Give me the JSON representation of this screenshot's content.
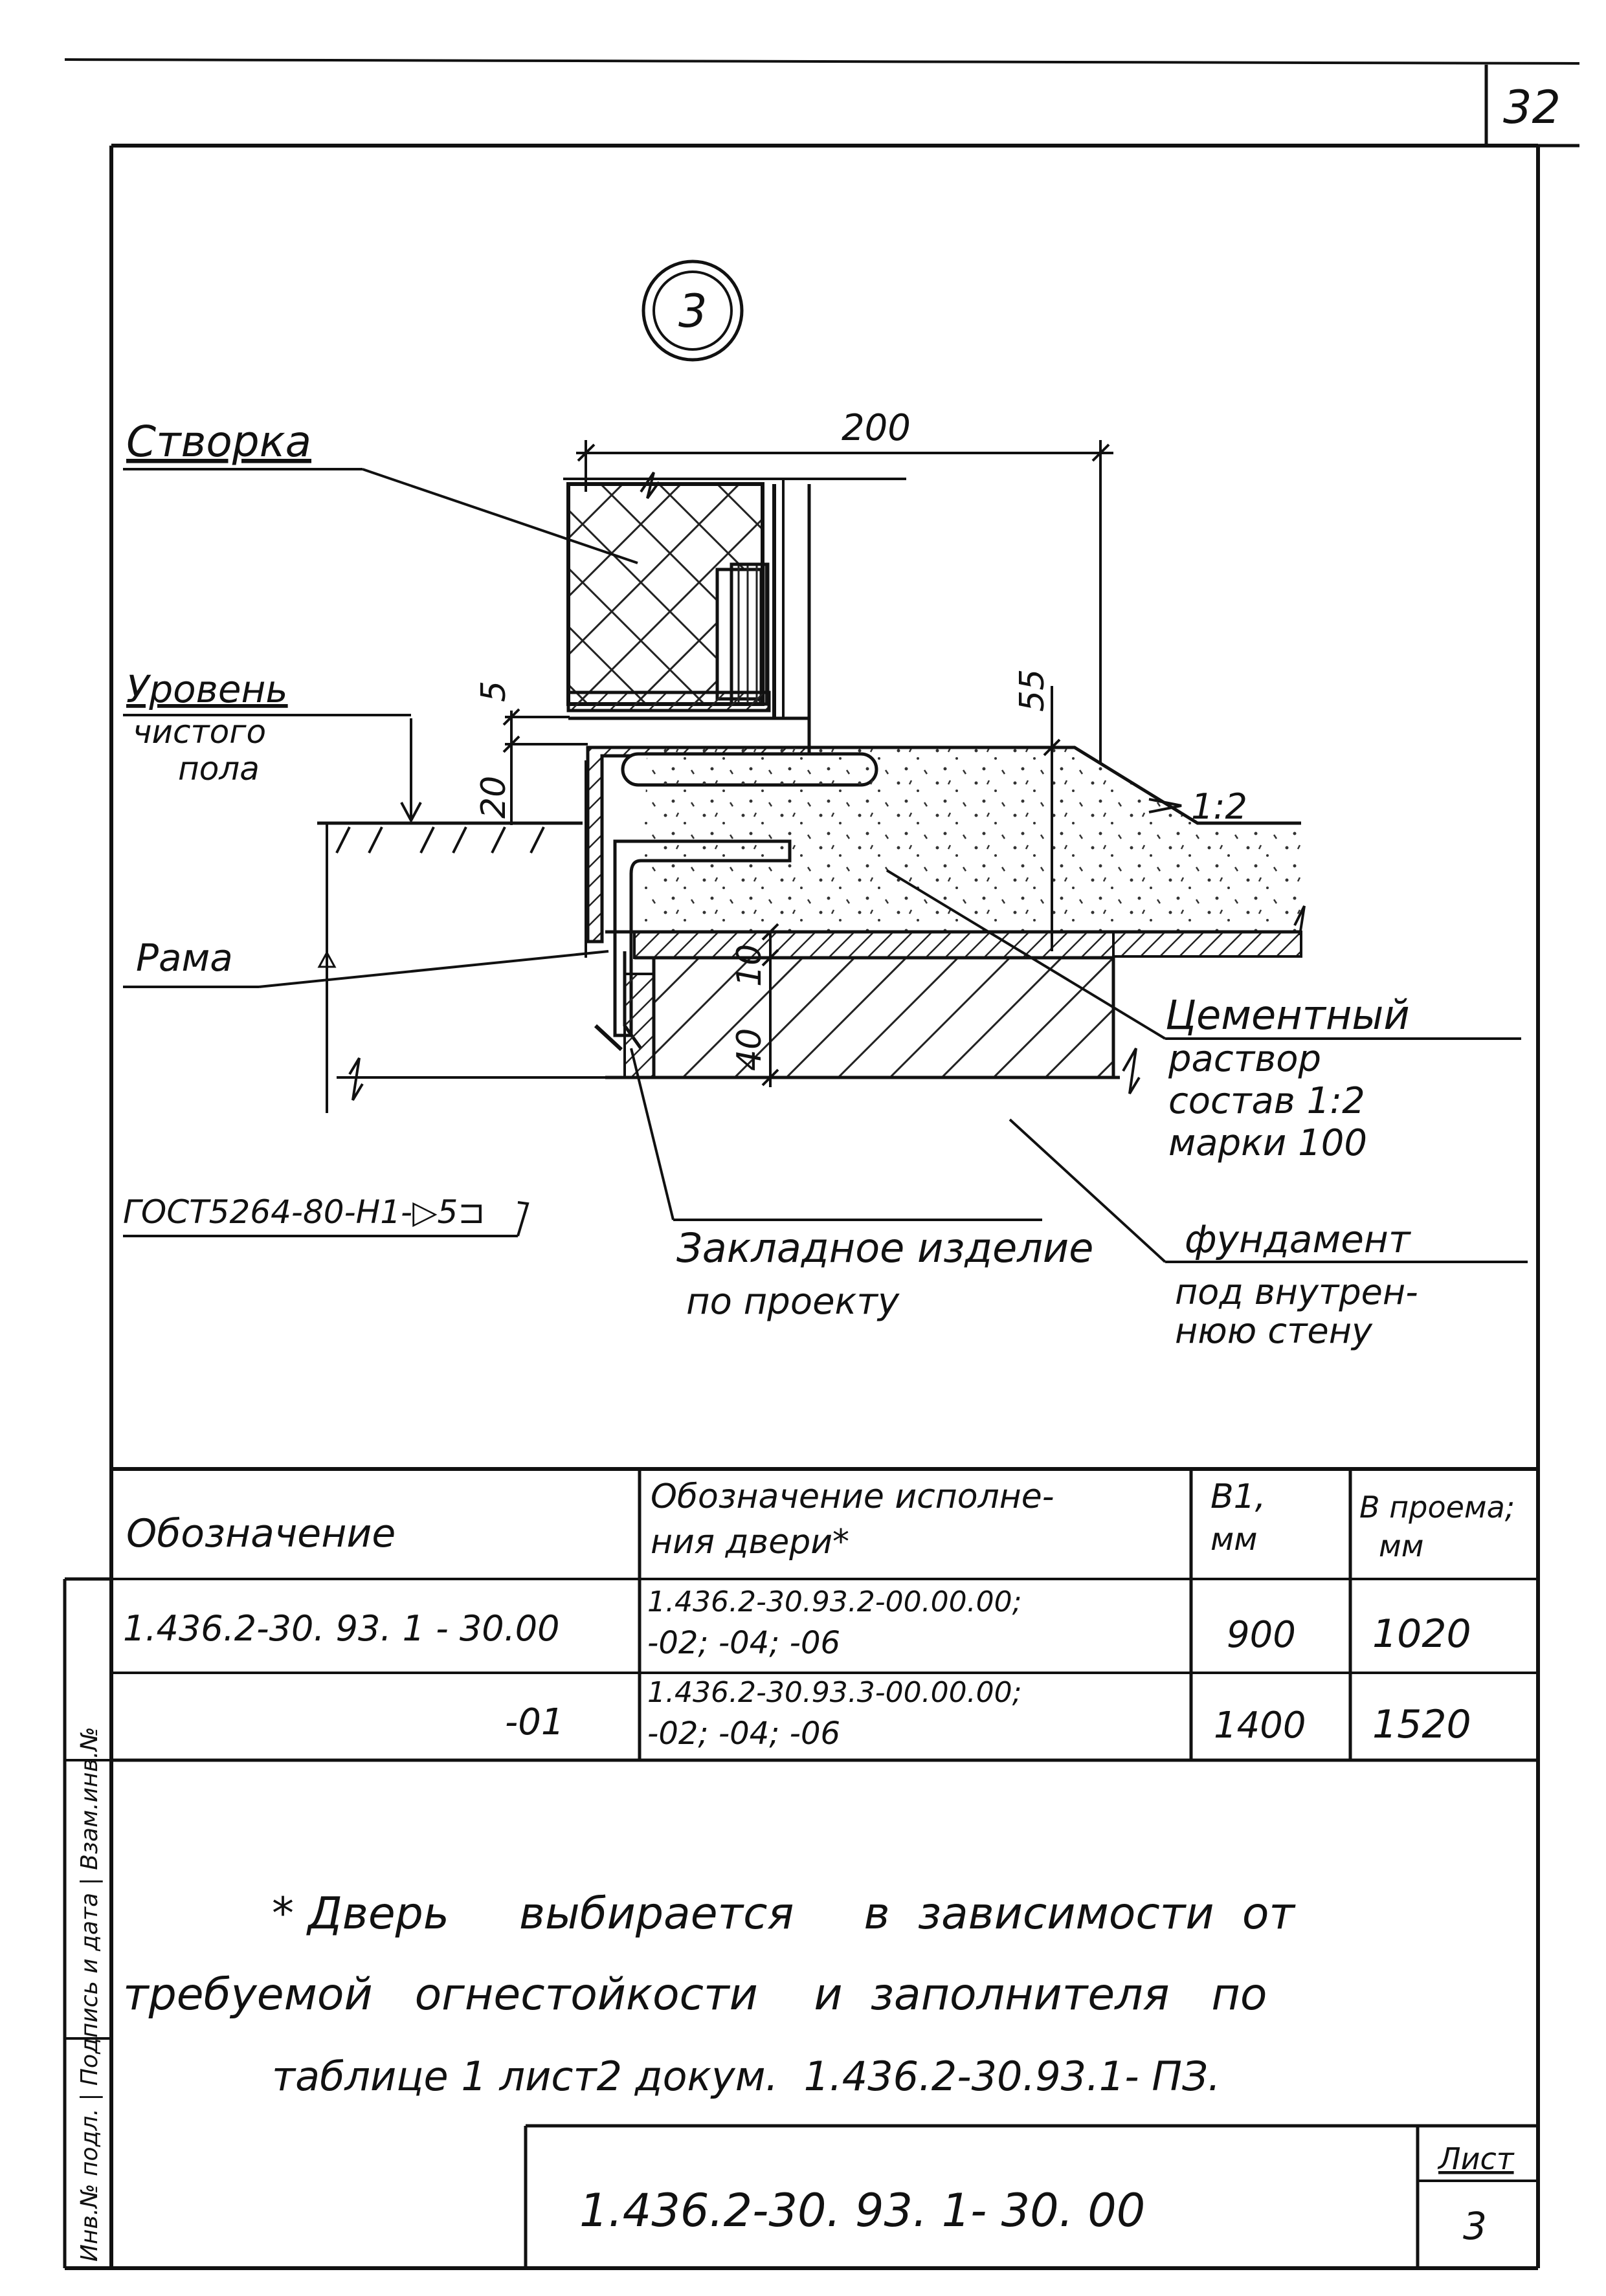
{
  "sheet": {
    "page_number": "32",
    "detail_marker": "3",
    "list_label": "Лист",
    "list_number": "3",
    "doc_code": "1.436.2-30. 93. 1- 30. 00",
    "side_strip": "Инв.№ подл. | Подпись и дата | Взам.инв.№"
  },
  "drawing": {
    "labels": {
      "stvorka": "Створка",
      "uroven": "Уровень",
      "chistogo": "чистого",
      "pola": "пола",
      "rama": "Рама",
      "cement_1": "Цементный",
      "cement_2": "раствор",
      "cement_3": "состав 1:2",
      "cement_4": "марки 100",
      "gost": "ГОСТ5264-80-Н1-▷5⊐",
      "zakladnoe_1": "Закладное изделие",
      "zakladnoe_2": "по проекту",
      "fundament_1": "фундамент",
      "fundament_2": "под внутрен-",
      "fundament_3": "нюю стену",
      "slope": "1:2"
    },
    "dimensions": {
      "width": "200",
      "gap": "5",
      "step": "20",
      "height": "55",
      "layer": "10",
      "embed": "40"
    }
  },
  "table": {
    "headers": {
      "designation": "Обозначение",
      "variant_1": "Обозначение исполне-",
      "variant_2": "ния двери*",
      "b1_1": "В1,",
      "b1_2": "мм",
      "opening_1": "В проема;",
      "opening_2": "мм"
    },
    "rows": [
      {
        "designation": "1.436.2-30. 93.  1 - 30.00",
        "variant_1": "1.436.2-30.93.2-00.00.00;",
        "variant_2": "-02; -04; -06",
        "b1": "900",
        "opening": "1020"
      },
      {
        "designation": "-01",
        "variant_1": "1.436.2-30.93.3-00.00.00;",
        "variant_2": "-02; -04; -06",
        "b1": "1400",
        "opening": "1520"
      }
    ]
  },
  "note": {
    "line1": "* Дверь     выбирается     в  зависимости  от",
    "line2": "требуемой   огнестойкости    и  заполнителя   по",
    "line3": "таблице 1 лист2 докум.  1.436.2-30.93.1- ПЗ."
  }
}
